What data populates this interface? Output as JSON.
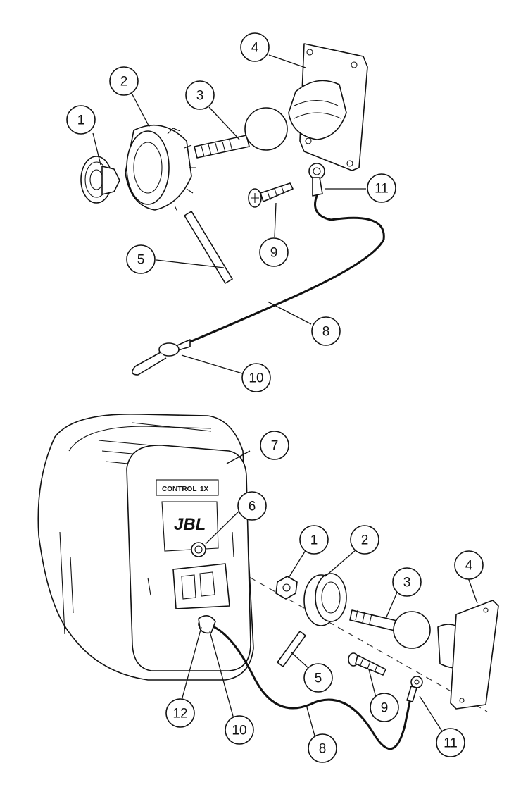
{
  "callouts": {
    "top": [
      {
        "id": "t1",
        "label": "1"
      },
      {
        "id": "t2",
        "label": "2"
      },
      {
        "id": "t3",
        "label": "3"
      },
      {
        "id": "t4",
        "label": "4"
      },
      {
        "id": "t5",
        "label": "5"
      },
      {
        "id": "t8",
        "label": "8"
      },
      {
        "id": "t9",
        "label": "9"
      },
      {
        "id": "t10",
        "label": "10"
      },
      {
        "id": "t11",
        "label": "11"
      }
    ],
    "bottom": [
      {
        "id": "b1",
        "label": "1"
      },
      {
        "id": "b2",
        "label": "2"
      },
      {
        "id": "b3",
        "label": "3"
      },
      {
        "id": "b4",
        "label": "4"
      },
      {
        "id": "b5",
        "label": "5"
      },
      {
        "id": "b6",
        "label": "6"
      },
      {
        "id": "b7",
        "label": "7"
      },
      {
        "id": "b8",
        "label": "8"
      },
      {
        "id": "b9",
        "label": "9"
      },
      {
        "id": "b10",
        "label": "10"
      },
      {
        "id": "b11",
        "label": "11"
      },
      {
        "id": "b12",
        "label": "12"
      }
    ]
  },
  "speaker": {
    "model_label": "CONTROL",
    "model_suffix": "1X",
    "brand": "JBL"
  }
}
